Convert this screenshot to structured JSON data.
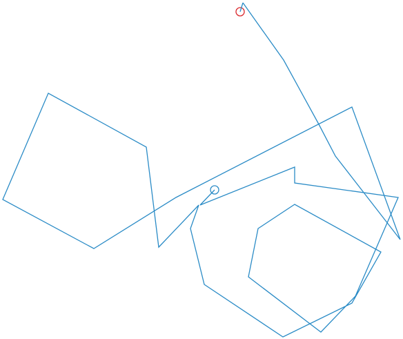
{
  "colors": {
    "background": "#ffffff",
    "trace": "#2a8bc6",
    "start_marker": "#2a8bc6",
    "end_marker": "#d9262b"
  },
  "figure": {
    "kind": "polyline-trace",
    "segment_count": 31,
    "markers": [
      "start-circle",
      "end-circle"
    ]
  }
}
